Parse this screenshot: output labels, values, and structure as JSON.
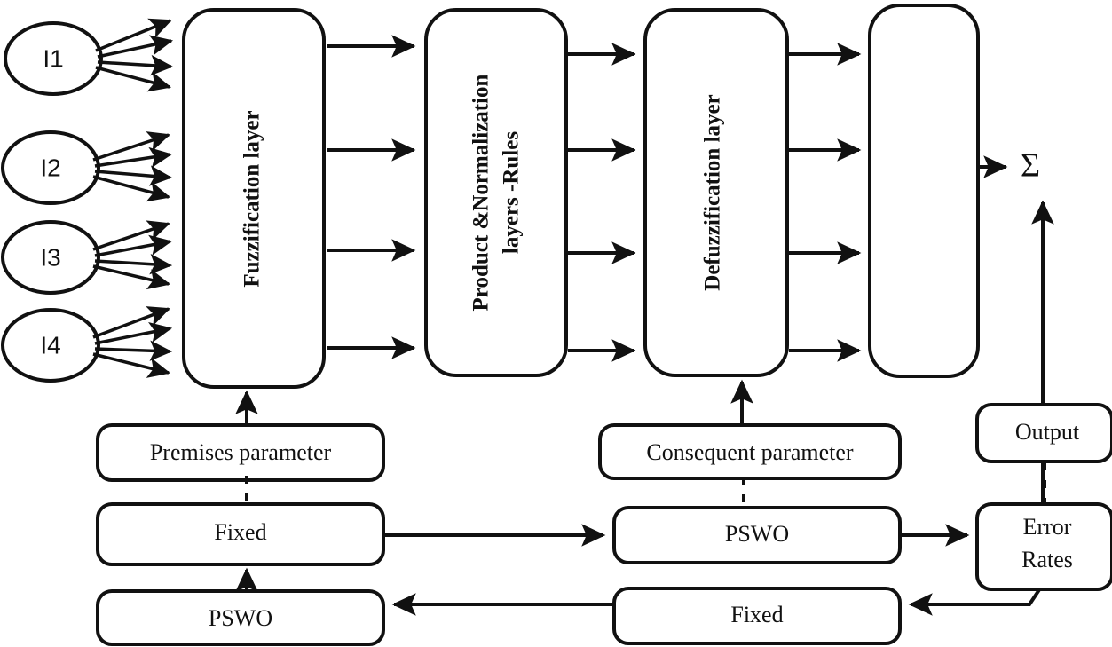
{
  "diagram": {
    "title": "ANFIS architecture with PSWO tuning",
    "background_color": "#ffffff",
    "stroke_color": "#111111"
  },
  "inputs": [
    {
      "id": "I1",
      "label": "I1"
    },
    {
      "id": "I2",
      "label": "I2"
    },
    {
      "id": "I3",
      "label": "I3"
    },
    {
      "id": "I4",
      "label": "I4"
    }
  ],
  "layers": [
    {
      "id": "fuzzification",
      "label": "Fuzzification layer",
      "orientation": "vertical"
    },
    {
      "id": "product-normalization",
      "label_line1": "Product &Normalization",
      "label_line2": "layers -Rules",
      "orientation": "vertical"
    },
    {
      "id": "defuzzification",
      "label": "Defuzzification layer",
      "orientation": "vertical"
    },
    {
      "id": "summation-layer",
      "label": "",
      "orientation": "vertical"
    }
  ],
  "output_symbol": {
    "label": "Σ",
    "name": "sigma"
  },
  "parameter_blocks": {
    "premises": "Premises parameter",
    "consequent": "Consequent parameter"
  },
  "optimizer_blocks": {
    "left_fixed": "Fixed",
    "left_pswo": "PSWO",
    "right_pswo": "PSWO",
    "right_fixed": "Fixed"
  },
  "feedback_blocks": {
    "output": "Output",
    "error_rates_line1": "Error",
    "error_rates_line2": "Rates"
  }
}
